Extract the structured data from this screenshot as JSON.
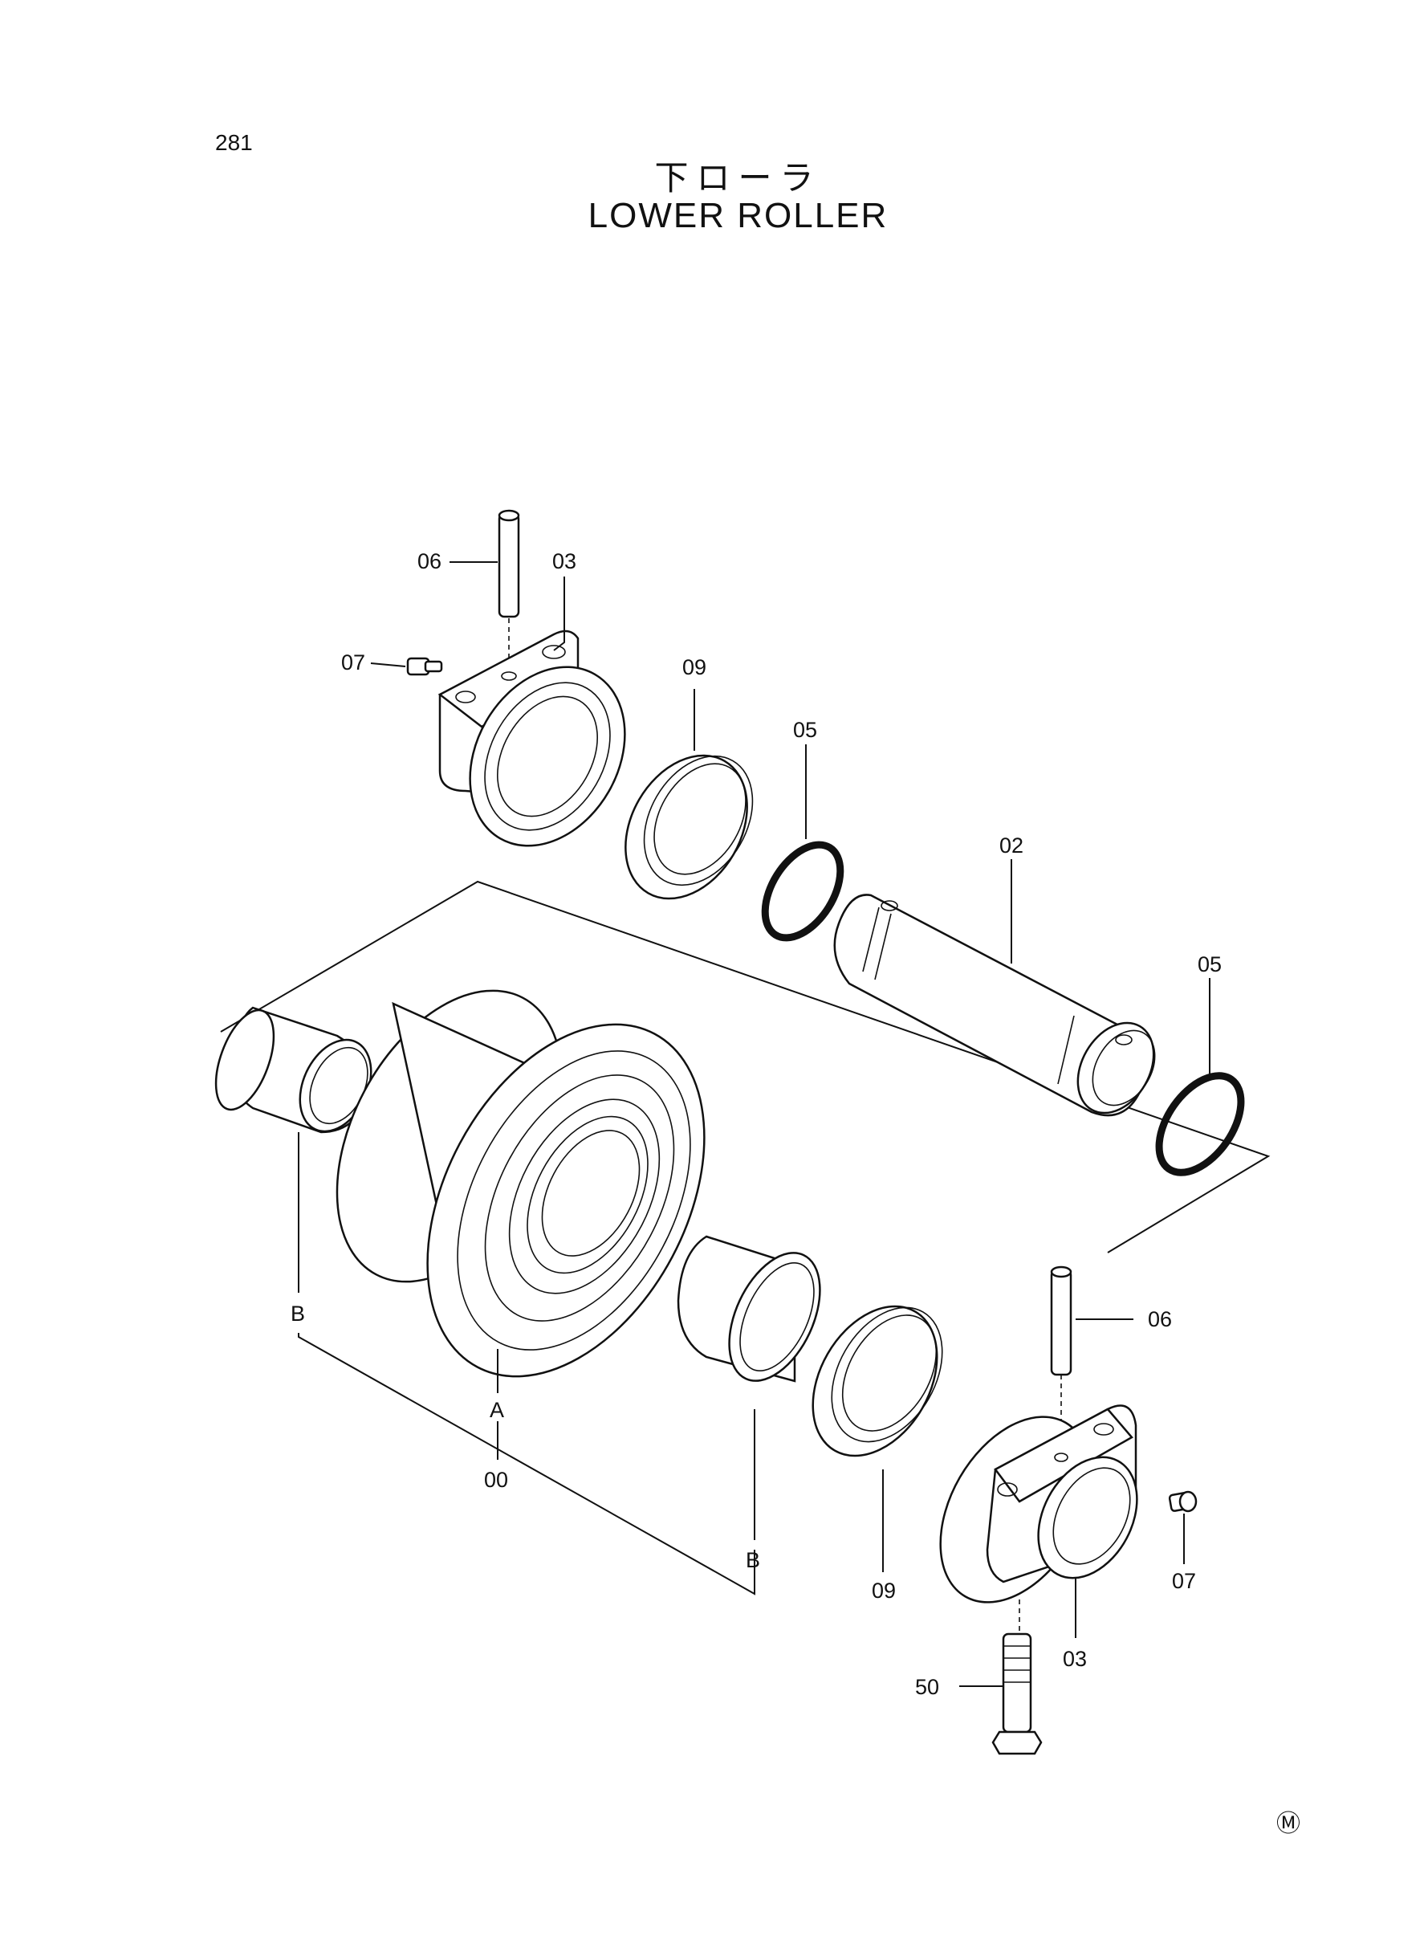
{
  "page_number": "281",
  "title_jp": "下ローラ",
  "title_en": "LOWER ROLLER",
  "corner_mark": "Ⓜ",
  "callouts": {
    "c06_top": "06",
    "c03_top": "03",
    "c07_top": "07",
    "c09_top": "09",
    "c05_top": "05",
    "c02": "02",
    "c05_right": "05",
    "c06_bottom": "06",
    "cB_left": "B",
    "cA": "A",
    "c00": "00",
    "cB_bottom": "B",
    "c09_bottom": "09",
    "c07_bottom": "07",
    "c03_bottom": "03",
    "c50": "50"
  }
}
